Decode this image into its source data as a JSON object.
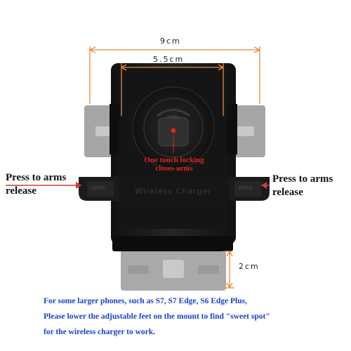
{
  "dimensions": {
    "width_label": "9cm",
    "inner_width_label": "5.5cm",
    "height_label": "2cm"
  },
  "annotations": {
    "left_press": [
      "Press to arms",
      "release"
    ],
    "right_press": [
      "Press to arms",
      "release"
    ],
    "locking": [
      "One touch locking",
      "closes arms"
    ]
  },
  "device": {
    "faceplate_text": "Wireless Charger",
    "left_button_text": "OPEN",
    "right_button_text": "OPEN"
  },
  "note_lines": [
    "For some larger phones, such as S7, S7 Edge, S6 Edge Plus,",
    "Please lower the adjustable feet on the mount to find \"sweet spot\"",
    "for the wireless charger to work."
  ],
  "colors": {
    "dimension_lines": "#e8893a",
    "callout_text": "#e0241c",
    "note_text": "#1a43c8",
    "body": "#1c1c1c",
    "arms": "#a6a6a6"
  }
}
